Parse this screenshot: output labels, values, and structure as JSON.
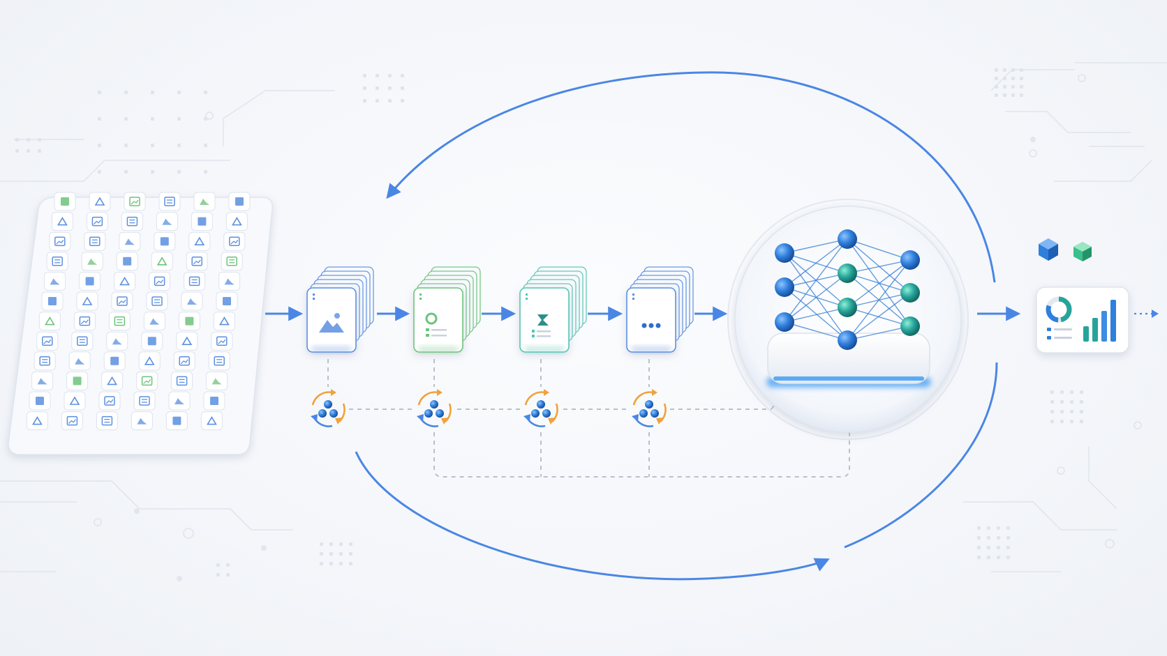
{
  "colors": {
    "accent_blue": "#4a86e4",
    "stage_green": "#7ccf8a",
    "stage_teal": "#63cdbf",
    "node_blue": "#2f7fdc",
    "node_teal": "#27a49a",
    "ring_orange": "#f0a23c",
    "dashed_gray": "#b9c0cb"
  },
  "dataset_grid": {
    "rows": 12,
    "cols": 6
  },
  "pipeline": {
    "stages": [
      {
        "icon": "image-card-stack-icon",
        "color": "#5b8fe0"
      },
      {
        "icon": "feature-card-stack-icon",
        "color": "#6cc37b"
      },
      {
        "icon": "augmented-card-stack-icon",
        "color": "#57c4b3"
      },
      {
        "icon": "ellipsis-card-stack-icon",
        "color": "#5b8fe0"
      }
    ],
    "cycle_icons": 4
  },
  "icons": {
    "network": "neural-network-icon",
    "output_panel": "analytics-dashboard-icon",
    "cubes": [
      "blue-cube-icon",
      "green-cube-icon"
    ]
  }
}
